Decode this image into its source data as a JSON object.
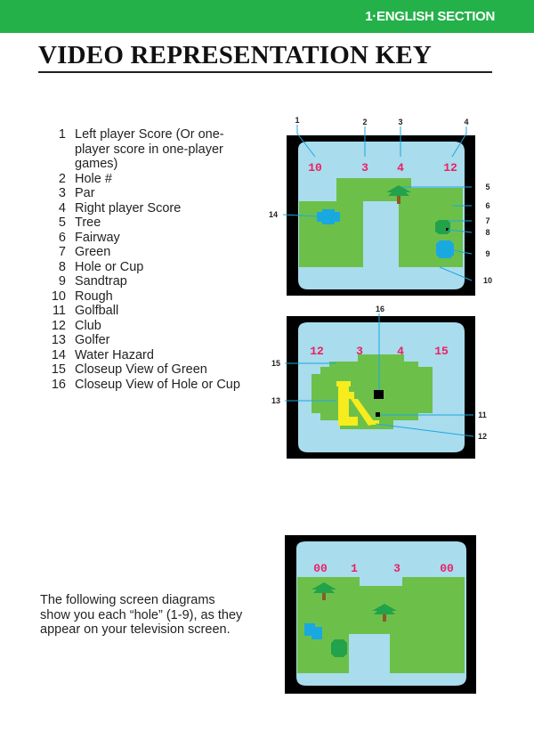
{
  "header": {
    "section_label": "1·ENGLISH SECTION"
  },
  "page_title": "VIDEO REPRESENTATION KEY",
  "key_items": [
    {
      "num": "1",
      "text": "Left player Score (Or one-player score in one-player games)"
    },
    {
      "num": "2",
      "text": "Hole #"
    },
    {
      "num": "3",
      "text": "Par"
    },
    {
      "num": "4",
      "text": "Right player Score"
    },
    {
      "num": "5",
      "text": "Tree"
    },
    {
      "num": "6",
      "text": "Fairway"
    },
    {
      "num": "7",
      "text": "Green"
    },
    {
      "num": "8",
      "text": "Hole or Cup"
    },
    {
      "num": "9",
      "text": "Sandtrap"
    },
    {
      "num": "10",
      "text": "Rough"
    },
    {
      "num": "11",
      "text": "Golfball"
    },
    {
      "num": "12",
      "text": "Club"
    },
    {
      "num": "13",
      "text": "Golfer"
    },
    {
      "num": "14",
      "text": "Water Hazard"
    },
    {
      "num": "15",
      "text": "Closeup View of Green"
    },
    {
      "num": "16",
      "text": "Closeup View of Hole or Cup"
    }
  ],
  "intro_text": "The following screen diagrams show you each “hole” (1-9), as they appear on your television screen.",
  "screens": {
    "main": {
      "scores": [
        "10",
        "3",
        "4",
        "12"
      ],
      "callouts": [
        "1",
        "2",
        "3",
        "4",
        "5",
        "6",
        "7",
        "8",
        "9",
        "10",
        "14"
      ]
    },
    "closeup": {
      "scores": [
        "12",
        "3",
        "4",
        "15"
      ],
      "callouts": [
        "16",
        "15",
        "13",
        "11",
        "12"
      ]
    },
    "hole1": {
      "scores": [
        "00",
        "1",
        "3",
        "00"
      ]
    }
  },
  "colors": {
    "section_green": "#24b14a",
    "rough": "#a9dced",
    "fairway": "#6cc04a",
    "score_red": "#ec1f63",
    "golfer_yellow": "#f6ec1e",
    "water": "#1aa8e0",
    "tree_green": "#22a24a",
    "frame": "#000000"
  }
}
